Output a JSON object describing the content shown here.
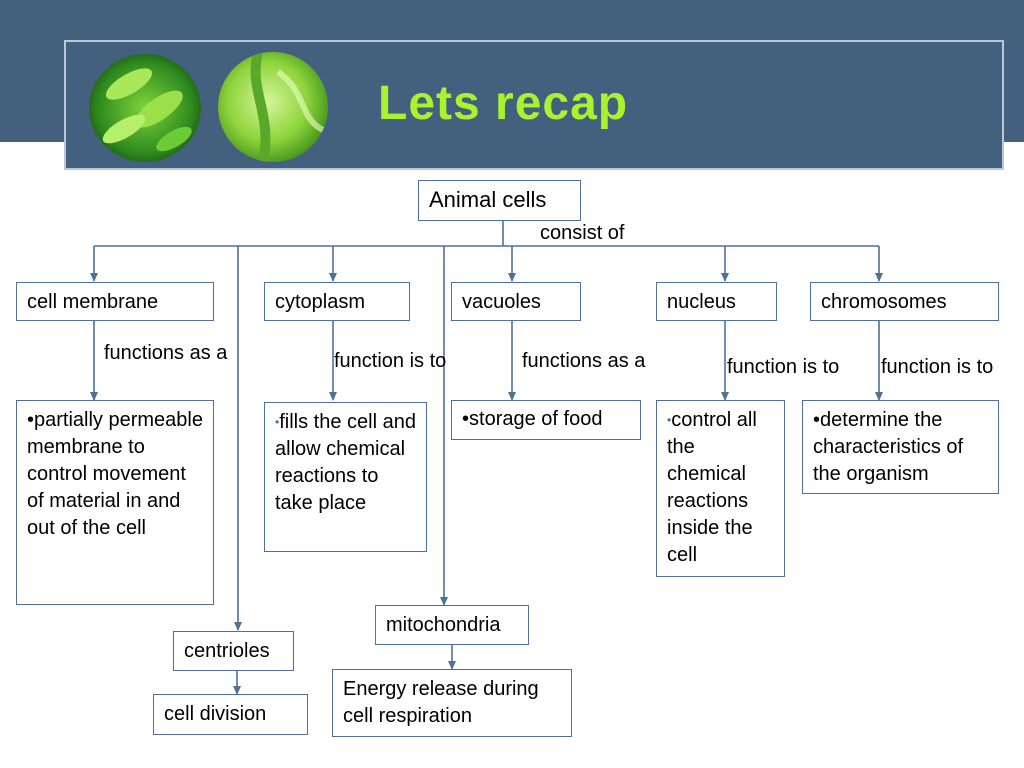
{
  "slide": {
    "title": "Lets recap"
  },
  "root": {
    "label": "Animal cells",
    "relation": "consist of"
  },
  "organelles": {
    "cell_membrane": {
      "label": "cell membrane",
      "relation": "functions as a",
      "bullet": "•",
      "function": "partially permeable membrane to control movement of material in and out of the cell"
    },
    "cytoplasm": {
      "label": "cytoplasm",
      "relation": "function is to",
      "bullet": "•",
      "function": "fills the cell and allow chemical reactions to take place"
    },
    "vacuoles": {
      "label": "vacuoles",
      "relation": "functions as a",
      "bullet": "•",
      "function": "storage of food"
    },
    "nucleus": {
      "label": "nucleus",
      "relation": "function is to",
      "bullet": "•",
      "function": "control all the chemical reactions inside the cell"
    },
    "chromosomes": {
      "label": "chromosomes",
      "relation": "function is to",
      "bullet": "•",
      "function": "determine the characteristics of the organism"
    },
    "mitochondria": {
      "label": "mitochondria",
      "function": "Energy release during cell respiration"
    },
    "centrioles": {
      "label": "centrioles",
      "function": "cell division"
    }
  },
  "colors": {
    "header": "#44607f",
    "title": "#a9f22e",
    "connector": "#4f7196"
  }
}
